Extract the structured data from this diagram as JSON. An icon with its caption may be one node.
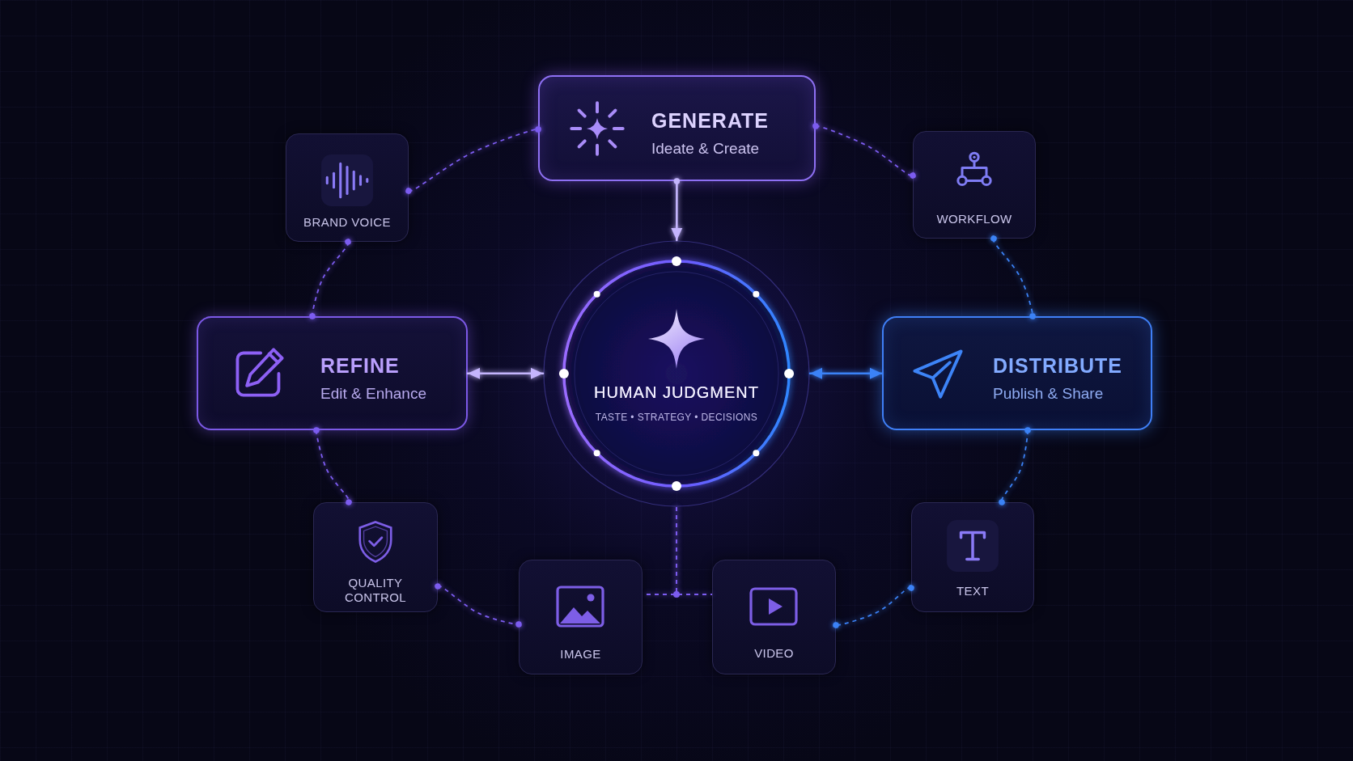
{
  "diagram": {
    "nodes": [
      {
        "text": [
          "GENERATE",
          "Ideate & Create"
        ]
      },
      {
        "text": [
          "BRAND VOICE"
        ]
      },
      {
        "text": [
          "WORKFLOW"
        ]
      },
      {
        "text": [
          "REFINE",
          "Edit & Enhance"
        ]
      },
      {
        "text": [
          "HUMAN JUDGMENT",
          "TASTE • STRATEGY • DECISIONS"
        ]
      },
      {
        "text": [
          "DISTRIBUTE",
          "Publish & Share"
        ]
      },
      {
        "text": [
          "QUALITY CONTROL"
        ]
      },
      {
        "text": [
          "TEXT"
        ]
      },
      {
        "text": [
          "IMAGE"
        ]
      },
      {
        "text": [
          "VIDEO"
        ]
      }
    ],
    "edges": [
      {
        "from": 0,
        "to": 4,
        "arrow": "to",
        "color": "#c4b5fd"
      },
      {
        "from": 3,
        "to": 4,
        "arrow": "both",
        "color": "#c4b5fd"
      },
      {
        "from": 4,
        "to": 5,
        "arrow": "both",
        "color": "#3b82f6"
      },
      {
        "from": 1,
        "to": 0,
        "arrow": "other",
        "style": "dashed"
      },
      {
        "from": 0,
        "to": 2,
        "arrow": "other",
        "style": "dashed"
      },
      {
        "from": 2,
        "to": 5,
        "arrow": "other",
        "style": "dashed",
        "color": "#3b82f6"
      },
      {
        "from": 5,
        "to": 7,
        "arrow": "other",
        "style": "dashed",
        "color": "#3b82f6"
      },
      {
        "from": 7,
        "to": 9,
        "arrow": "other",
        "style": "dashed",
        "color": "#3b82f6"
      },
      {
        "from": 6,
        "to": 8,
        "arrow": "other",
        "style": "dashed"
      },
      {
        "from": 3,
        "to": 6,
        "arrow": "other",
        "style": "dashed"
      },
      {
        "from": 1,
        "to": 3,
        "arrow": "other",
        "style": "dashed"
      },
      {
        "from": 4,
        "to": 8,
        "arrow": "none",
        "style": "dashed"
      },
      {
        "from": 4,
        "to": 9,
        "arrow": "none",
        "style": "dashed"
      }
    ]
  }
}
